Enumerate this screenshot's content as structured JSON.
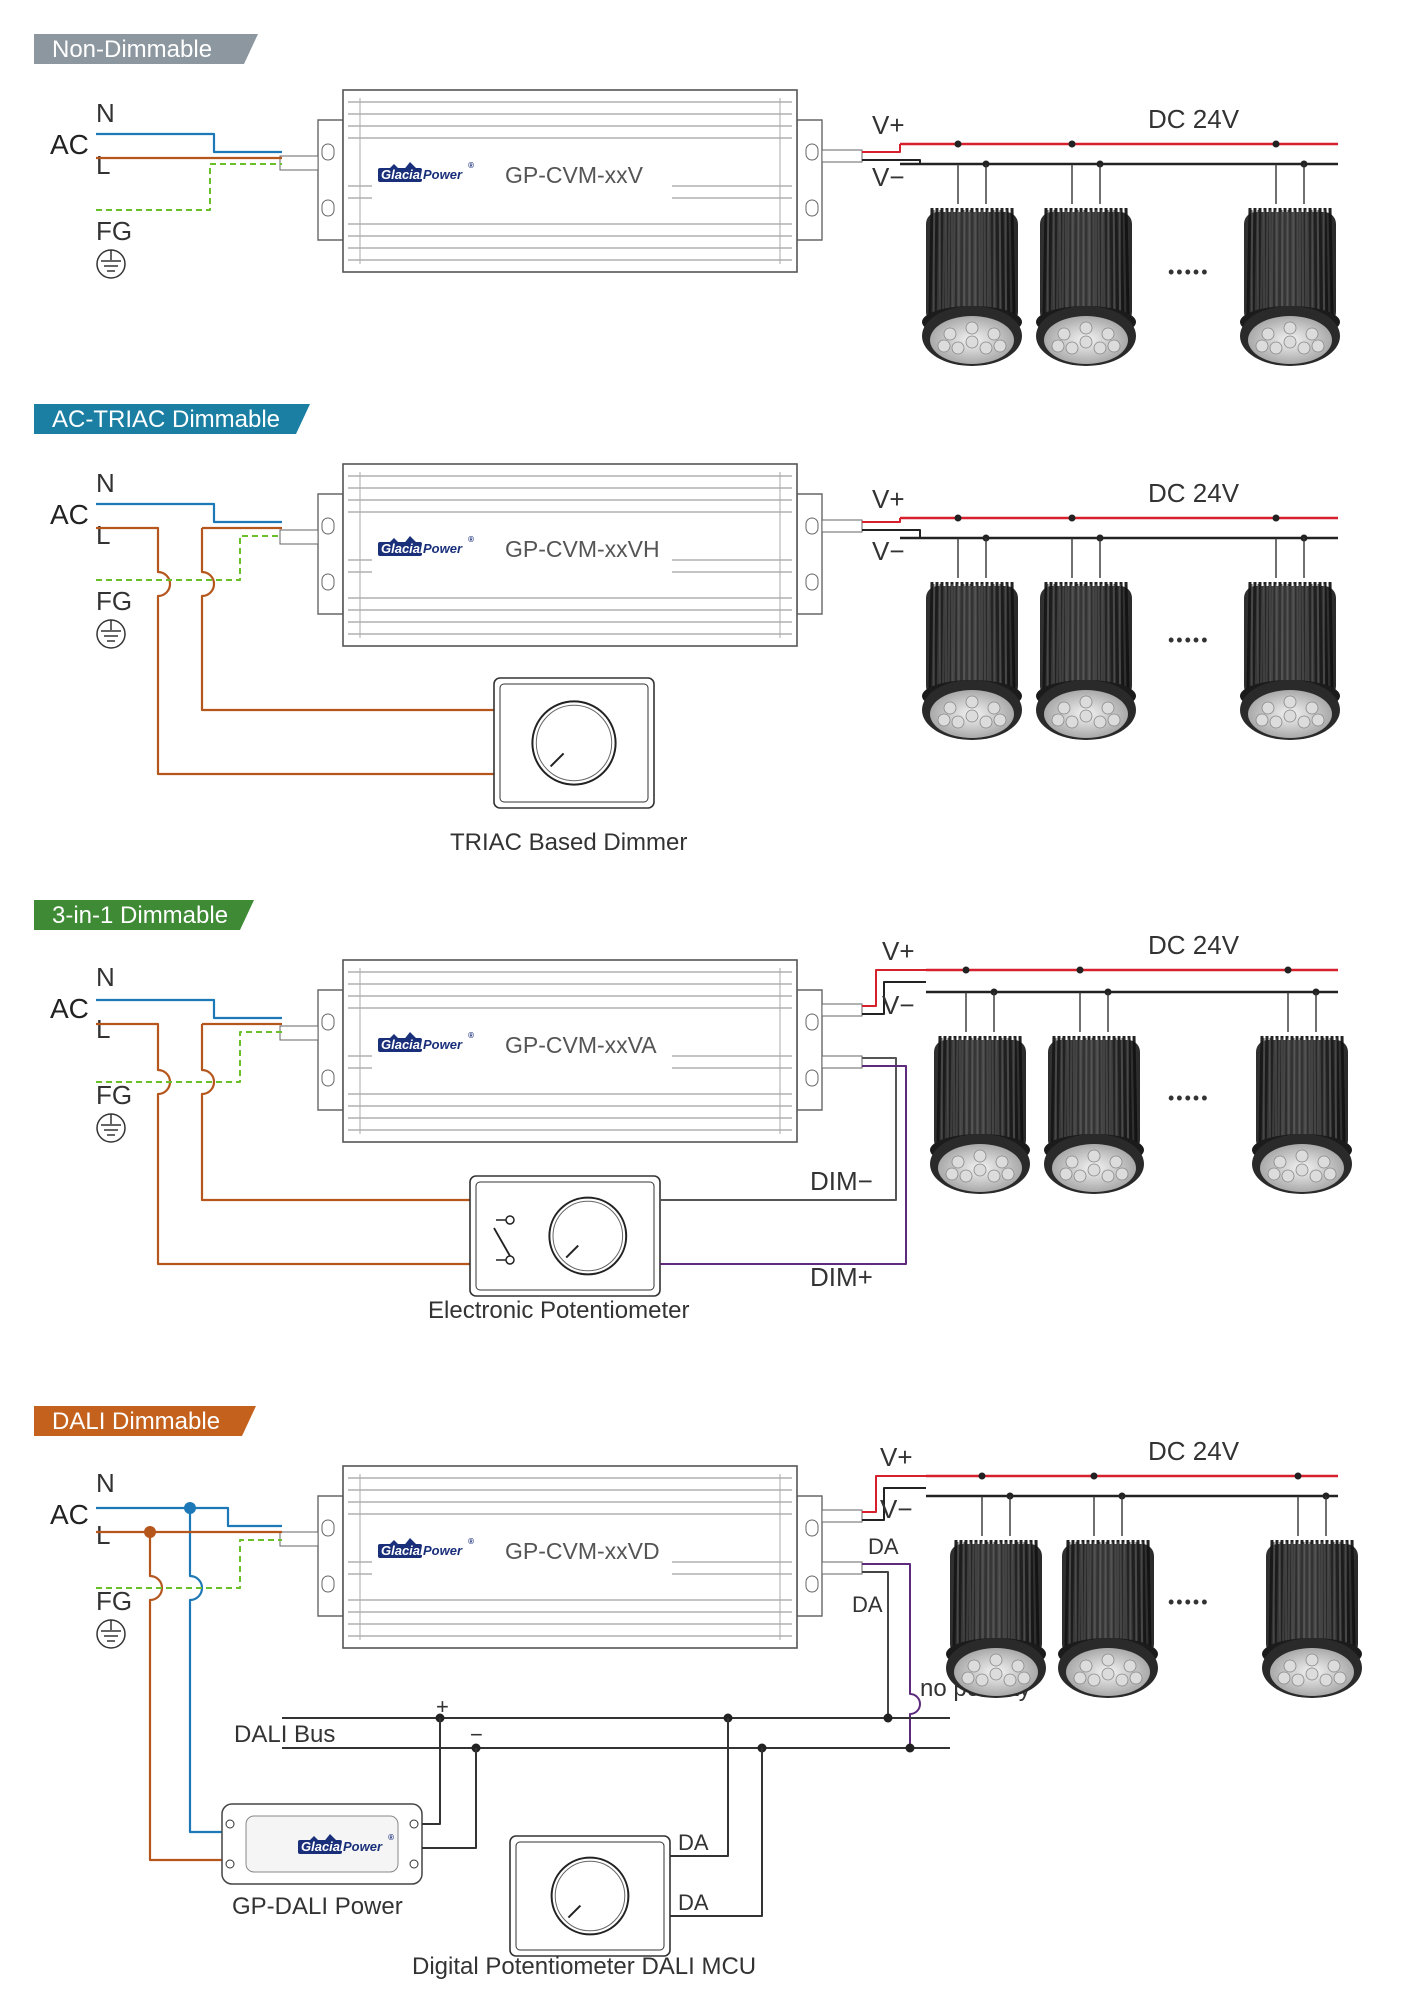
{
  "colors": {
    "n_wire": "#1c78b6",
    "l_wire": "#b5561d",
    "fg_wire": "#6abf2b",
    "v_plus": "#d6202e",
    "v_minus": "#222222",
    "dim_plus": "#5e2a7e",
    "dim_minus": "#555555",
    "tag_non_dimmable": "#8c97a0",
    "tag_triac": "#1a7fa3",
    "tag_3in1": "#3f8a35",
    "tag_dali": "#c4621d"
  },
  "icons": [
    "earth-ground-icon",
    "led-spotlight-icon",
    "dimmer-knob-icon",
    "switch-icon",
    "glacialpower-logo-icon"
  ],
  "brand": {
    "logo_left": "Glacial",
    "logo_right": "Power",
    "registered": "®"
  },
  "sections": [
    {
      "tag": "Non-Dimmable",
      "ac": "AC",
      "n": "N",
      "l": "L",
      "fg": "FG",
      "model": "GP-CVM-xxV",
      "vplus": "V+",
      "vminus": "V−",
      "dc": "DC 24V",
      "dots": "•••••"
    },
    {
      "tag": "AC-TRIAC Dimmable",
      "ac": "AC",
      "n": "N",
      "l": "L",
      "fg": "FG",
      "model": "GP-CVM-xxVH",
      "vplus": "V+",
      "vminus": "V−",
      "dc": "DC 24V",
      "dots": "•••••",
      "dimmer_caption": "TRIAC Based Dimmer"
    },
    {
      "tag": "3-in-1 Dimmable",
      "ac": "AC",
      "n": "N",
      "l": "L",
      "fg": "FG",
      "model": "GP-CVM-xxVA",
      "vplus": "V+",
      "vminus": "V−",
      "dc": "DC 24V",
      "dots": "•••••",
      "dim_minus": "DIM−",
      "dim_plus": "DIM+",
      "dimmer_caption": "Electronic Potentiometer"
    },
    {
      "tag": "DALI Dimmable",
      "ac": "AC",
      "n": "N",
      "l": "L",
      "fg": "FG",
      "model": "GP-CVM-xxVD",
      "vplus": "V+",
      "vminus": "V−",
      "dc": "DC 24V",
      "dots": "•••••",
      "da_top": "DA",
      "da_bottom": "DA",
      "no_polarity": "no polarity",
      "dali_bus": "DALI Bus",
      "bus_plus": "+",
      "bus_minus": "−",
      "dali_power_caption": "GP-DALI Power",
      "mcu_da1": "DA",
      "mcu_da2": "DA",
      "mcu_caption": "Digital Potentiometer DALI MCU"
    }
  ]
}
